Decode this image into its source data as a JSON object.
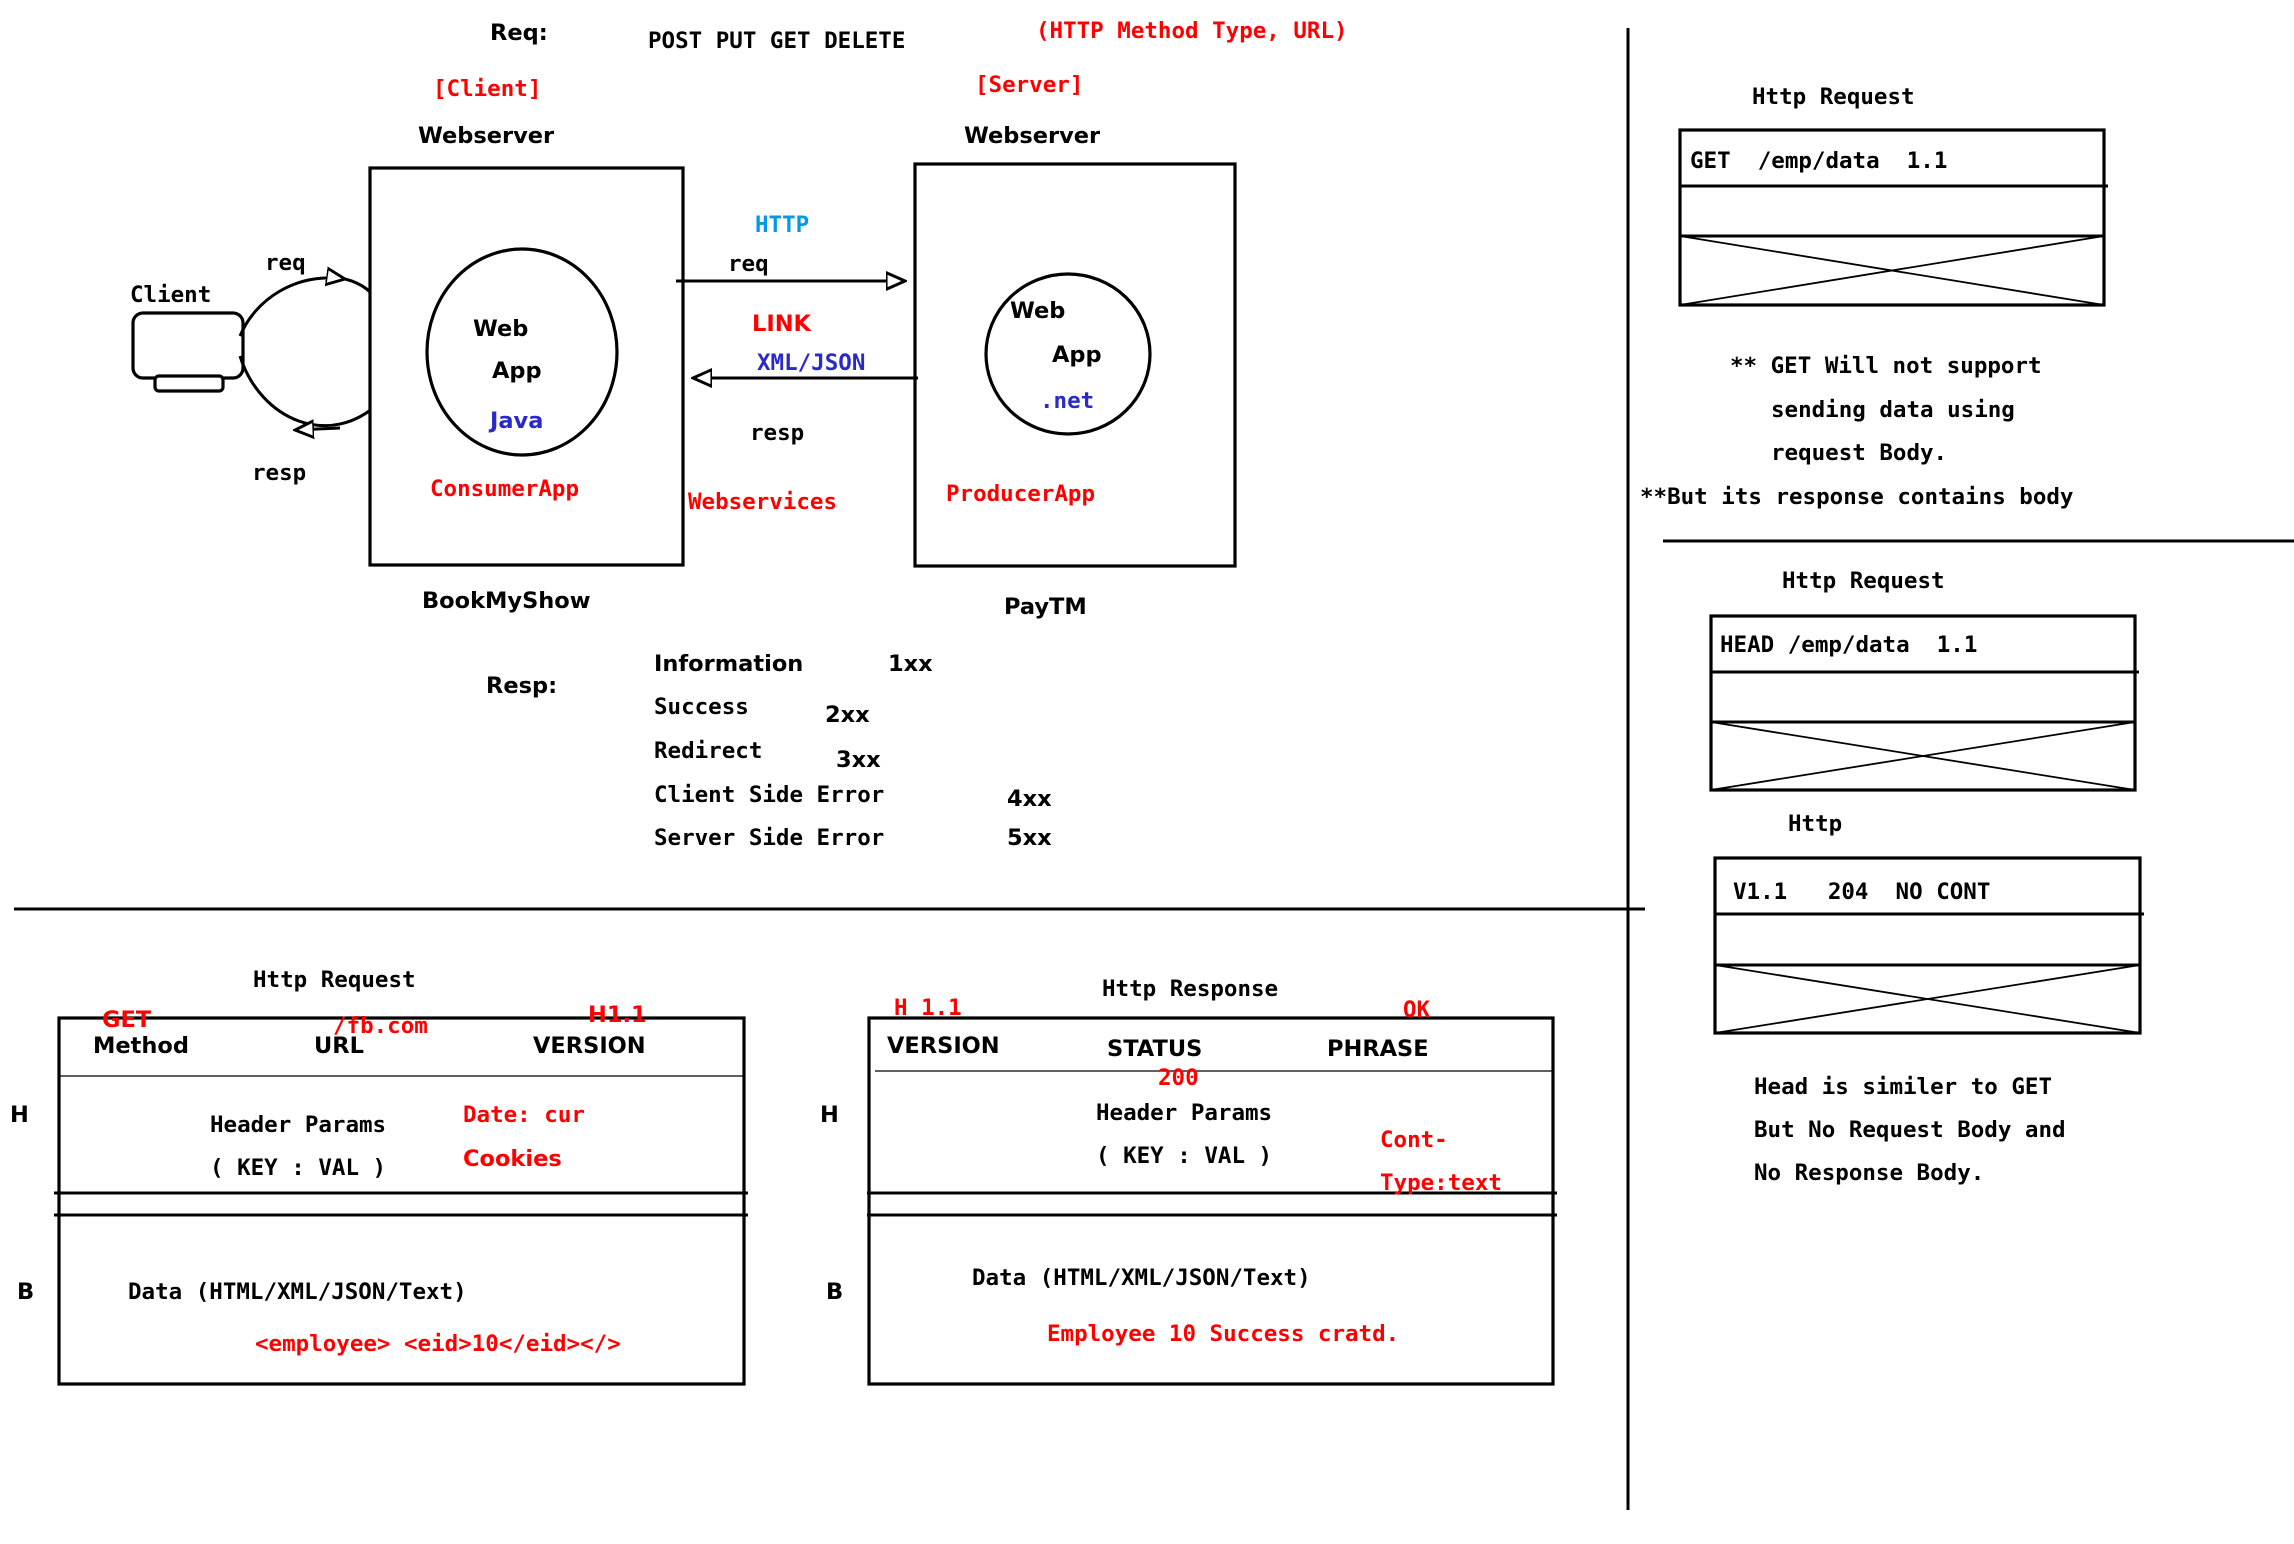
{
  "top": {
    "req_label": "Req:",
    "methods": "POST PUT GET DELETE",
    "method_note": "(HTTP Method Type, URL)"
  },
  "client_side": {
    "tag": "[Client]",
    "server_label": "Webserver",
    "client_label": "Client",
    "req": "req",
    "resp": "resp",
    "web": "Web",
    "app": "App",
    "tech": "Java",
    "app_name": "ConsumerApp",
    "company": "BookMyShow"
  },
  "server_side": {
    "tag": "[Server]",
    "server_label": "Webserver",
    "web": "Web",
    "app": "App",
    "tech": ".net",
    "app_name": "ProducerApp",
    "company": "PayTM"
  },
  "middle": {
    "protocol": "HTTP",
    "req": "req",
    "link": "LINK",
    "format": "XML/JSON",
    "resp": "resp",
    "webservices": "Webservices"
  },
  "resp_codes": {
    "label": "Resp:",
    "items": [
      {
        "name": "Information",
        "code": "1xx"
      },
      {
        "name": "Success",
        "code": "2xx"
      },
      {
        "name": "Redirect",
        "code": "3xx"
      },
      {
        "name": "Client Side Error",
        "code": "4xx"
      },
      {
        "name": "Server Side Error",
        "code": "5xx"
      }
    ]
  },
  "bottom_request": {
    "title": "Http Request",
    "h": "H",
    "b": "B",
    "method": "Method",
    "method_ex": "GET",
    "url": "URL",
    "url_ex": "/fb.com",
    "version": "VERSION",
    "version_ex": "H1.1",
    "header_params": "Header Params",
    "key_val": "( KEY : VAL )",
    "header_ex1": "Date: cur",
    "header_ex2": "Cookies",
    "data": "Data (HTML/XML/JSON/Text)",
    "data_ex": "<employee> <eid>10</eid></>"
  },
  "bottom_response": {
    "title": "Http Response",
    "h": "H",
    "b": "B",
    "version": "VERSION",
    "version_ex": "H 1.1",
    "status": "STATUS",
    "status_ex": "200",
    "phrase": "PHRASE",
    "phrase_ex": "OK",
    "header_params": "Header Params",
    "key_val": "( KEY : VAL )",
    "header_ex1": "Cont-",
    "header_ex2": "Type:text",
    "data": "Data (HTML/XML/JSON/Text)",
    "data_ex": "Employee 10  Success cratd."
  },
  "right_panel": {
    "get_title": "Http Request",
    "get_line": "GET  /emp/data  1.1",
    "get_notes": [
      "** GET Will not support",
      "sending data using",
      "request Body.",
      "**But its response contains body"
    ],
    "head_title": "Http Request",
    "head_line": "HEAD /emp/data  1.1",
    "head_resp_title": "Http",
    "head_resp_line": "V1.1   204  NO CONT",
    "head_notes": [
      "Head is similer to GET",
      "But No Request Body and",
      "No Response Body."
    ]
  }
}
